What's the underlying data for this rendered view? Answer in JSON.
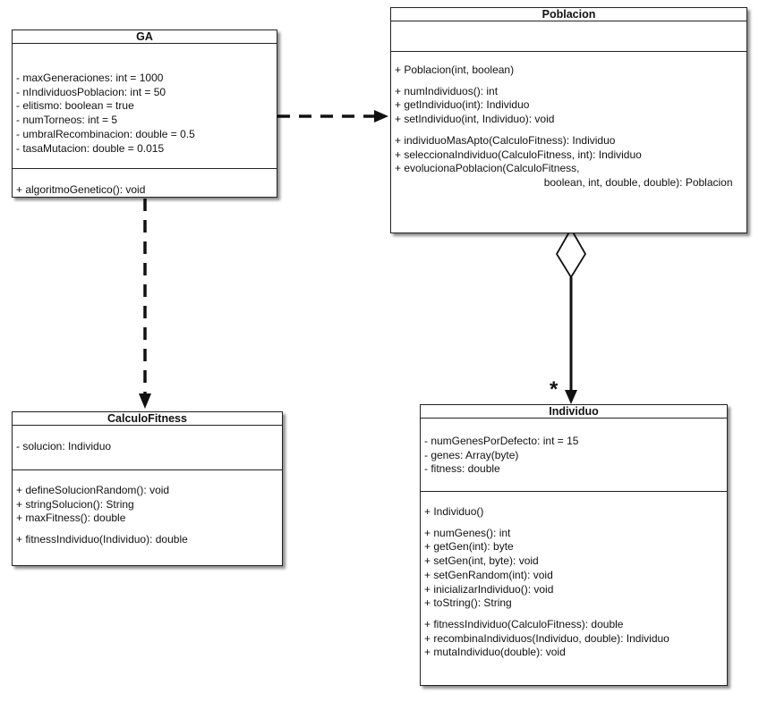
{
  "classes": {
    "ga": {
      "name": "GA",
      "attributes": [
        "- maxGeneraciones: int = 1000",
        "- nIndividuosPoblacion: int = 50",
        "- elitismo: boolean = true",
        "- numTorneos: int = 5",
        "- umbralRecombinacion: double = 0.5",
        "- tasaMutacion: double = 0.015"
      ],
      "operations": [
        "+ algoritmoGenetico(): void"
      ]
    },
    "poblacion": {
      "name": "Poblacion",
      "attributes": [],
      "operations": [
        "+ Poblacion(int, boolean)",
        "",
        "+ numIndividuos(): int",
        "+ getIndividuo(int): Individuo",
        "+ setIndividuo(int, Individuo): void",
        "",
        "+ individuoMasApto(CalculoFitness): Individuo",
        "+ seleccionaIndividuo(CalculoFitness, int): Individuo",
        "+ evolucionaPoblacion(CalculoFitness,",
        "                                                  boolean, int, double, double): Poblacion"
      ]
    },
    "calculofitness": {
      "name": "CalculoFitness",
      "attributes": [
        "- solucion: Individuo"
      ],
      "operations": [
        "+ defineSolucionRandom(): void",
        "+ stringSolucion(): String",
        "+ maxFitness(): double",
        "",
        "+ fitnessIndividuo(Individuo): double"
      ]
    },
    "individuo": {
      "name": "Individuo",
      "attributes": [
        "- numGenesPorDefecto: int = 15",
        "- genes: Array(byte)",
        "- fitness: double"
      ],
      "operations": [
        "+ Individuo()",
        "",
        "+ numGenes(): int",
        "+ getGen(int): byte",
        "+ setGen(int, byte): void",
        "+ setGenRandom(int): void",
        "+ inicializarIndividuo(): void",
        "+ toString(): String",
        "",
        "+ fitnessIndividuo(CalculoFitness): double",
        "+ recombinaIndividuos(Individuo, double): Individuo",
        "+ mutaIndividuo(double): void"
      ]
    }
  },
  "relations": {
    "aggregation_multiplicity": "*"
  }
}
